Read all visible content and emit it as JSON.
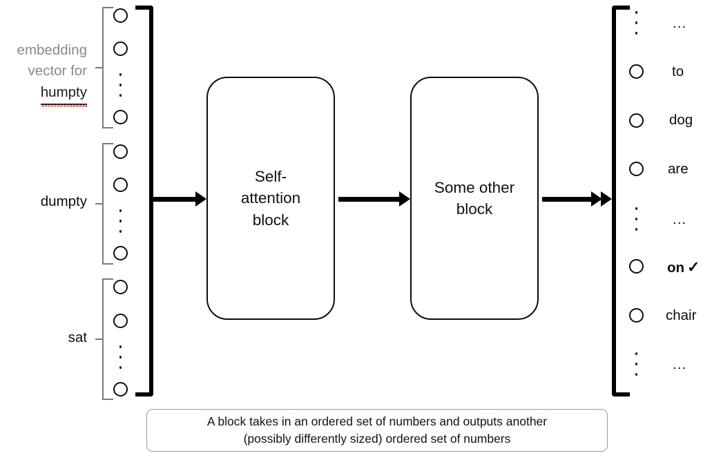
{
  "diagram": {
    "title": "Transformer block data flow",
    "colors": {
      "stroke": "#0b0b0b",
      "group_bracket": "#7a7a7a",
      "gray_text": "#8a8a8a",
      "spellcheck_underline": "#c0392b",
      "caption_border": "#9a9a9a",
      "background": "#ffffff"
    },
    "input_column": {
      "groups": [
        {
          "label_lines": [
            "embedding",
            "vector for",
            "humpty"
          ],
          "label_gray_lines": [
            "embedding",
            "vector for"
          ],
          "misspelled_word": "humpty",
          "nodes": 3,
          "has_vertical_ellipsis": true
        },
        {
          "label_lines": [
            "dumpty"
          ],
          "label_gray_lines": [],
          "misspelled_word": "",
          "nodes": 3,
          "has_vertical_ellipsis": true
        },
        {
          "label_lines": [
            "sat"
          ],
          "label_gray_lines": [],
          "misspelled_word": "",
          "nodes": 3,
          "has_vertical_ellipsis": true
        }
      ]
    },
    "blocks": [
      {
        "id": "self-attention",
        "label": "Self-\nattention\nblock",
        "line1": "Self-",
        "line2": "attention",
        "line3": "block"
      },
      {
        "id": "some-other",
        "label": "Some other\nblock",
        "line1": "Some other",
        "line2": "block",
        "line3": ""
      }
    ],
    "arrows": [
      {
        "id": "input-to-selfattention",
        "from": "input-bracket",
        "to": "self-attention"
      },
      {
        "id": "selfattention-to-someother",
        "from": "self-attention",
        "to": "some-other"
      },
      {
        "id": "someother-to-output",
        "from": "some-other",
        "to": "output-bracket"
      }
    ],
    "output_column": {
      "entries": [
        {
          "type": "ellipsis",
          "marker": "vertical-dots",
          "text": "..."
        },
        {
          "type": "node",
          "marker": "circle",
          "text": "to",
          "selected": false
        },
        {
          "type": "node",
          "marker": "circle",
          "text": "dog",
          "selected": false
        },
        {
          "type": "node",
          "marker": "circle",
          "text": "are",
          "selected": false
        },
        {
          "type": "ellipsis",
          "marker": "vertical-dots",
          "text": "..."
        },
        {
          "type": "node",
          "marker": "circle",
          "text": "on",
          "selected": true,
          "check": "✓"
        },
        {
          "type": "node",
          "marker": "circle",
          "text": "chair",
          "selected": false
        },
        {
          "type": "ellipsis",
          "marker": "vertical-dots",
          "text": "..."
        }
      ]
    },
    "caption": {
      "line1": "A block takes in an ordered set of numbers and outputs another",
      "line2": "(possibly differently sized) ordered set of numbers"
    }
  }
}
